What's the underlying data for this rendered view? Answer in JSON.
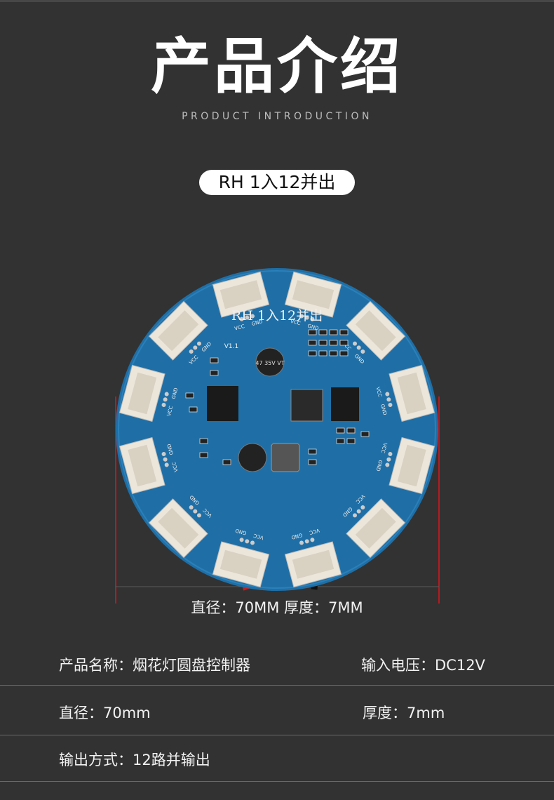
{
  "header": {
    "title": "产品介绍",
    "subtitle": "PRODUCT INTRODUCTION"
  },
  "product_pill": "RH 1入12并出",
  "board": {
    "silkscreen_title": "RH 1入12并出",
    "version": "V1.1",
    "pin_labels": [
      "VCC",
      "GND"
    ],
    "capacitor_label": "47 35V VT",
    "colors": {
      "pcb": "#1f6fa6",
      "connector": "#ece6da",
      "dimension_line": "#e0141c"
    }
  },
  "dimensions_caption": "直径：70MM 厚度：7MM",
  "specs": [
    {
      "left": "产品名称：烟花灯圆盘控制器",
      "right": "输入电压：DC12V"
    },
    {
      "left": "直径：70mm",
      "right": "厚度：7mm"
    },
    {
      "left": "输出方式：12路并输出",
      "right": ""
    }
  ]
}
